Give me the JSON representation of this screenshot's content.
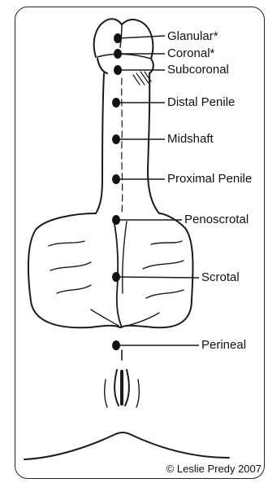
{
  "labels": {
    "glanular": "Glanular*",
    "coronal": "Coronal*",
    "subcoronal": "Subcoronal",
    "distal_penile": "Distal Penile",
    "midshaft": "Midshaft",
    "proximal_penile": "Proximal Penile",
    "penoscrotal": "Penoscrotal",
    "scrotal": "Scrotal",
    "perineal": "Perineal"
  },
  "copyright": "© Leslie Predy 2007"
}
